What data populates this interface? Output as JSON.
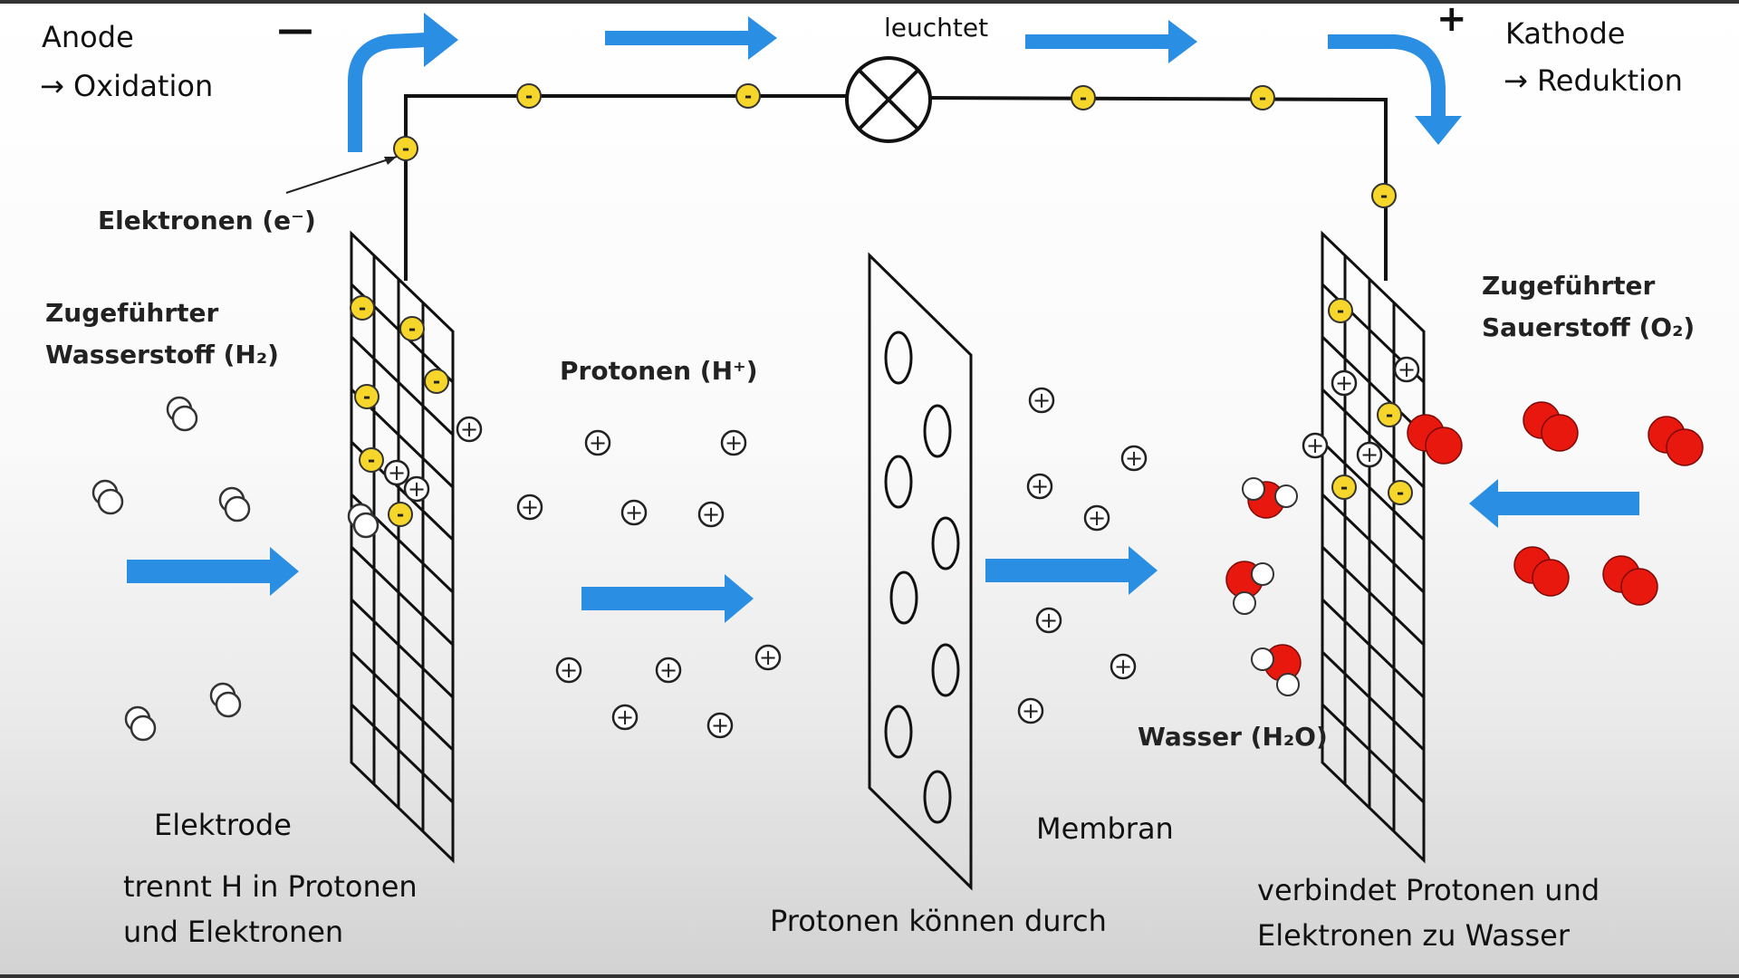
{
  "labels": {
    "anode_1": "Anode",
    "anode_2": "→ Oxidation",
    "minus_sign": "—",
    "plus_sign": "+",
    "cathode_1": "Kathode",
    "cathode_2": "→ Reduktion",
    "lamp": "leuchtet",
    "electrons": "Elektronen (e⁻)",
    "h2_line1": "Zugeführter",
    "h2_line2": "Wasserstoff (H₂)",
    "protons": "Protonen (H⁺)",
    "o2_line1": "Zugeführter",
    "o2_line2": "Sauerstoff (O₂)",
    "water": "Wasser (H₂O)",
    "electrode": "Elektrode",
    "electrode_desc_1": "trennt H in Protonen",
    "electrode_desc_2": "und Elektronen",
    "membrane": "Membran",
    "membrane_desc": "Protonen können durch",
    "cathode_desc_1": "verbindet Protonen und",
    "cathode_desc_2": "Elektronen zu Wasser"
  },
  "symbols": {
    "electron": "-",
    "proton": "+"
  },
  "colors": {
    "arrow": "#2a8ee3",
    "electron_fill": "#f6d62a",
    "oxygen": "#e8180f",
    "hydrogen_fill": "#ffffff",
    "line": "#111111"
  }
}
